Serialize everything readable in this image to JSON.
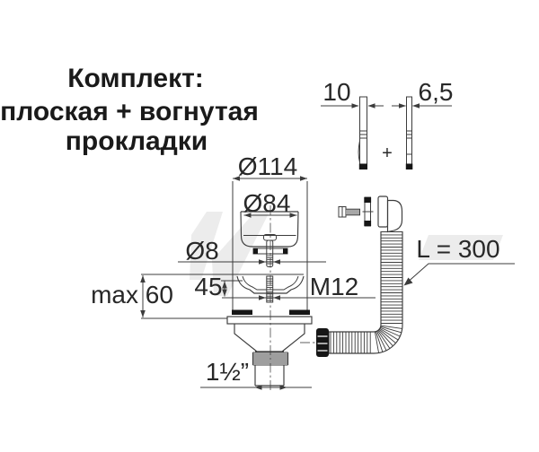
{
  "title": {
    "line1": "Комплект:",
    "line2": "плоская + вогнутая",
    "line3": "прокладки"
  },
  "dimensions": {
    "gasket_left_thickness": "10",
    "gasket_right_thickness": "6,5",
    "gaskets_plus_sign": "+",
    "flange_outer_diameter": "Ø114",
    "cup_diameter": "Ø84",
    "screw_diameter": "Ø8",
    "max_deck_thickness": "max 60",
    "stud_length": "45",
    "stud_thread": "M12",
    "outlet_thread": "1½”",
    "overflow_hose_length": "L = 300"
  },
  "colors": {
    "background": "#ffffff",
    "line": "#3c3c3c",
    "text": "#232323",
    "accent_black": "#161616",
    "watermark": "#ececec"
  }
}
